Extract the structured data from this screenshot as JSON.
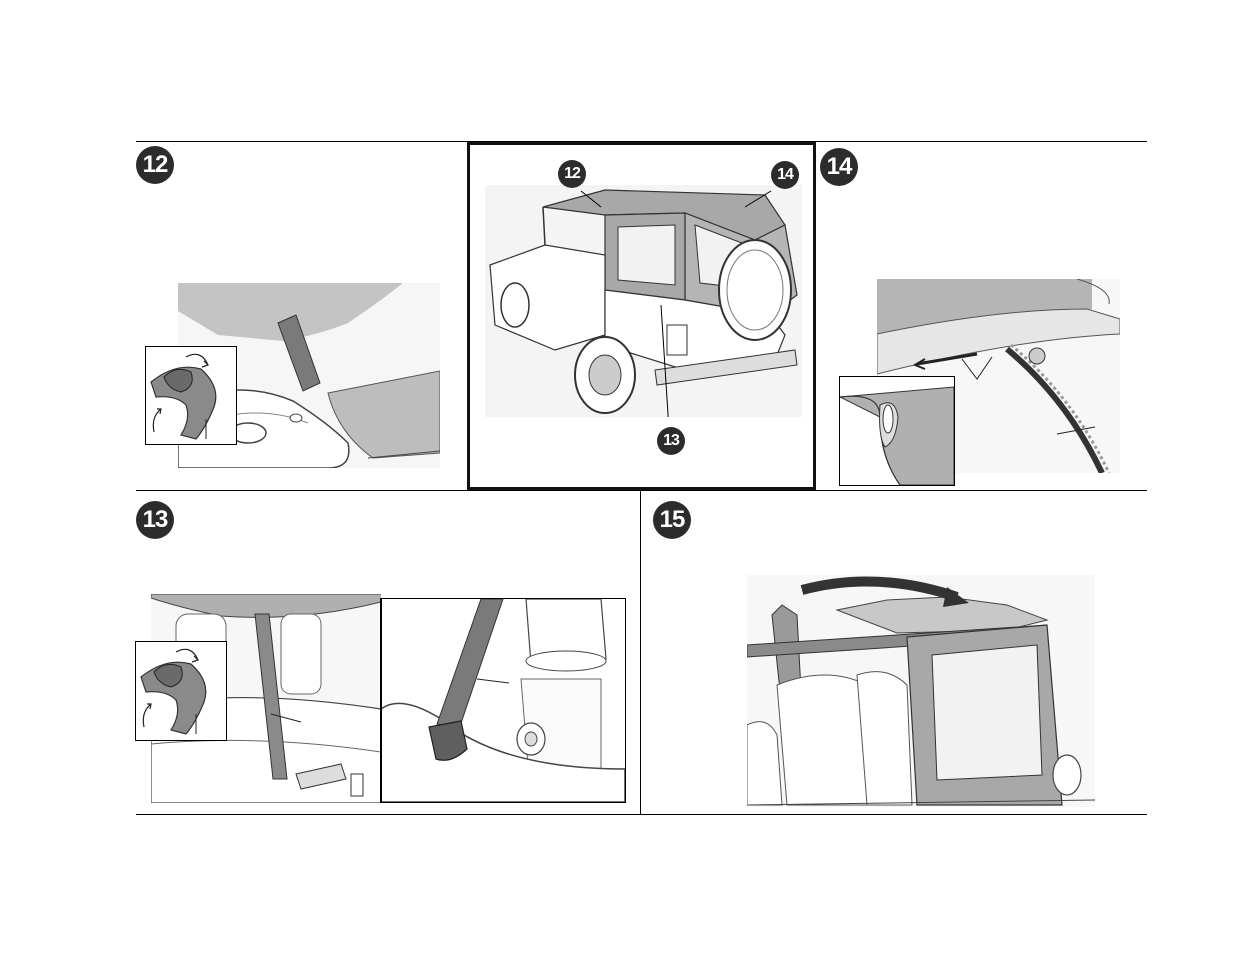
{
  "steps": {
    "s12": {
      "number": "12"
    },
    "s13": {
      "number": "13"
    },
    "s14": {
      "number": "14"
    },
    "s15": {
      "number": "15"
    }
  },
  "overview": {
    "callout_12": "12",
    "callout_13": "13",
    "callout_14": "14"
  },
  "colors": {
    "fabric": "#a8a8a8",
    "fabric_light": "#c4c4c4",
    "strap": "#7a7a7a",
    "badge": "#2c2c2c",
    "line": "#000000"
  }
}
